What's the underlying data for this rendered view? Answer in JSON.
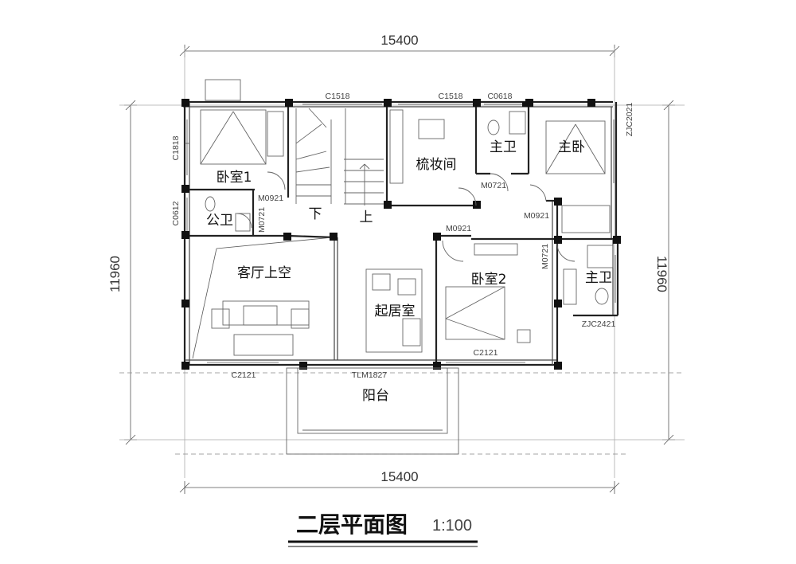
{
  "dimensions": {
    "top_width": "15400",
    "bottom_width": "15400",
    "left_height": "11960",
    "right_height": "11960"
  },
  "rooms": {
    "bedroom1": "卧室1",
    "public_bath": "公卫",
    "stair_down": "下",
    "stair_up": "上",
    "dressing": "梳妆间",
    "master_bath_top": "主卫",
    "master_bed": "主卧",
    "living_void": "客厅上空",
    "family_room": "起居室",
    "bedroom2": "卧室2",
    "master_bath_right": "主卫",
    "balcony": "阳台"
  },
  "codes": {
    "c1518_a": "C1518",
    "c1518_b": "C1518",
    "c0618": "C0618",
    "zjc2021": "ZJC2021",
    "c1818": "C1818",
    "c0612": "C0612",
    "m0921_a": "M0921",
    "m0721_a": "M0721",
    "m0721_b": "M0721",
    "m0921_b": "M0921",
    "m0921_c": "M0921",
    "m0721_c": "M0721",
    "zjc2421": "ZJC2421",
    "c2121_a": "C2121",
    "c2121_b": "C2121",
    "tlm1827": "TLM1827"
  },
  "footer": {
    "title": "二层平面图",
    "scale": "1:100"
  }
}
